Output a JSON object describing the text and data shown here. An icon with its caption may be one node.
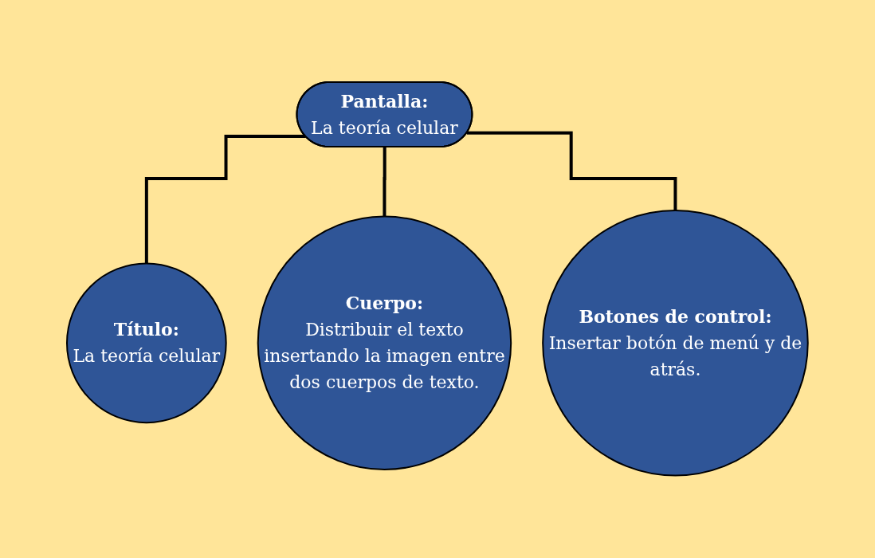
{
  "diagram": {
    "nodes": [
      {
        "text": [
          "Pantalla:",
          "La teoría celular"
        ]
      },
      {
        "text": [
          "Título:",
          "La teoría celular"
        ]
      },
      {
        "text": [
          "Cuerpo:",
          "Distribuir el texto insertando la imagen entre dos cuerpos de texto."
        ]
      },
      {
        "text": [
          "Botones de control:",
          "Insertar botón de menú y de atrás."
        ]
      }
    ],
    "edges": [
      {
        "from": 0,
        "to": 1,
        "arrow": "none"
      },
      {
        "from": 0,
        "to": 2,
        "arrow": "none"
      },
      {
        "from": 0,
        "to": 3,
        "arrow": "none"
      }
    ]
  }
}
